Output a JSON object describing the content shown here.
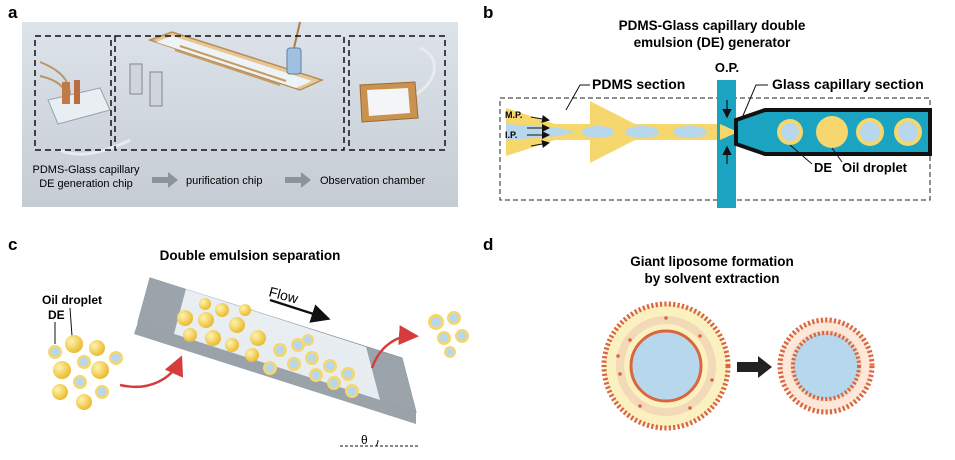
{
  "panels": {
    "a": {
      "letter": "a",
      "captions": {
        "chip1_line1": "PDMS-Glass capillary",
        "chip1_line2": "DE generation chip",
        "chip2": "purification chip",
        "chip3": "Observation chamber"
      }
    },
    "b": {
      "letter": "b",
      "title_line1": "PDMS-Glass capillary double",
      "title_line2": "emulsion (DE) generator",
      "op": "O.P.",
      "pdms_section": "PDMS section",
      "glass_section": "Glass capillary section",
      "mp": "M.P.",
      "ip": "I.P.",
      "de": "DE",
      "oil_droplet": "Oil droplet"
    },
    "c": {
      "letter": "c",
      "title": "Double emulsion separation",
      "flow": "Flow",
      "oil_droplet": "Oil droplet",
      "de": "DE",
      "theta": "θ"
    },
    "d": {
      "letter": "d",
      "title_line1": "Giant liposome formation",
      "title_line2": "by solvent extraction"
    }
  },
  "colors": {
    "yellow": "#f5d76e",
    "oil_yellow": "#f7d35a",
    "water_blue": "#b7d7ec",
    "teal": "#1ba3c2",
    "capillary_black": "#111111",
    "lipid_red": "#d9663f",
    "red_arrow": "#d63c3c"
  }
}
